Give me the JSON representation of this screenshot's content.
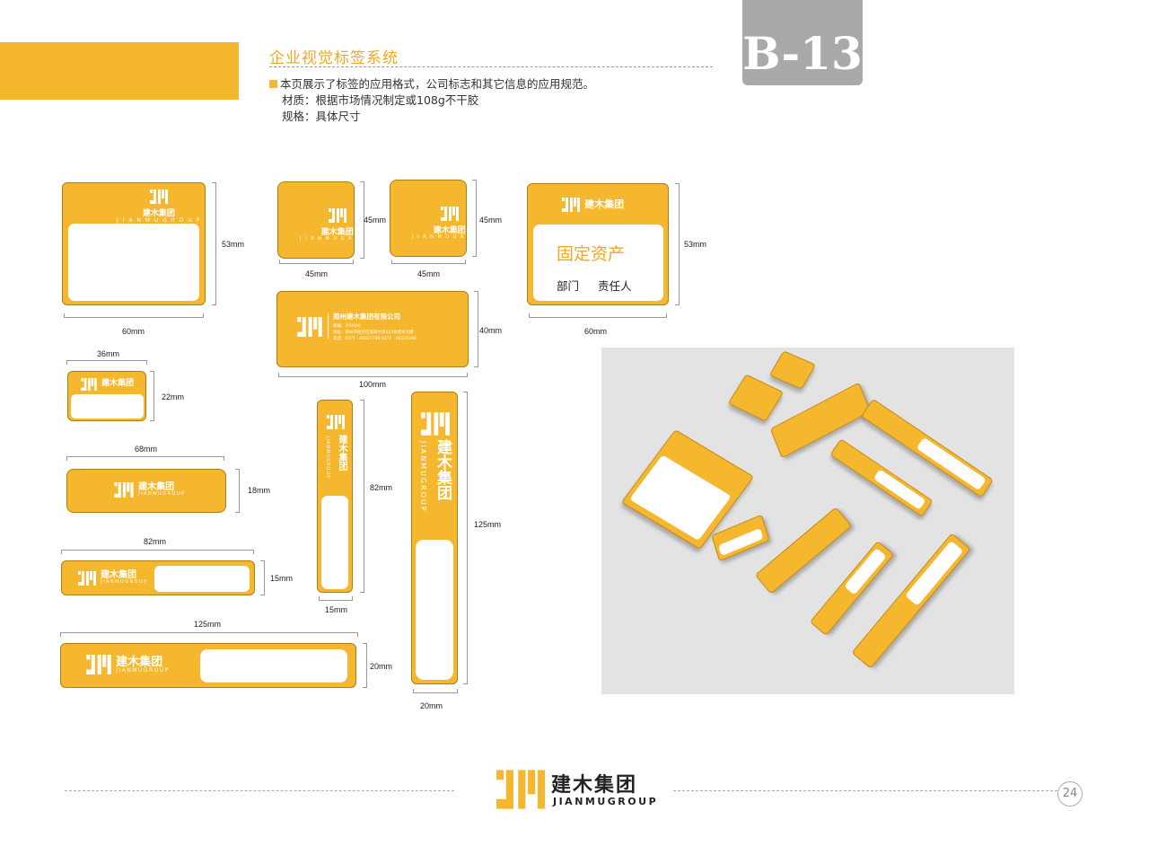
{
  "header": {
    "title": "企业视觉标签系统",
    "badge": "B-13",
    "desc_line1": "本页展示了标签的应用格式，公司标志和其它信息的应用规范。",
    "desc_line2": "材质：根据市场情况制定或108g不干胶",
    "desc_line3": "规格：具体尺寸"
  },
  "brand": {
    "name_cn": "建木集团",
    "name_en": "JIANMUGROUP",
    "name_en_spaced": "J I A N M U G R O U P",
    "accent_color": "#f5b72d"
  },
  "dimensions": {
    "d60a": "60mm",
    "d53a": "53mm",
    "d45a": "45mm",
    "d45b": "45mm",
    "d45c": "45mm",
    "d45d": "45mm",
    "d60b": "60mm",
    "d53b": "53mm",
    "d40": "40mm",
    "d100": "100mm",
    "d36": "36mm",
    "d22": "22mm",
    "d68": "68mm",
    "d18": "18mm",
    "d82a": "82mm",
    "d15a": "15mm",
    "d125a": "125mm",
    "d20a": "20mm",
    "d82b": "82mm",
    "d15b": "15mm",
    "d125b": "125mm",
    "d20b": "20mm"
  },
  "business_card": {
    "company": "郑州建木集团有限公司",
    "line1": "邮编：450000",
    "line2": "地址：郑州市经开区第四大街123号建木大厦",
    "line3": "电话：0371 - 66821789   0371 - 66220288"
  },
  "fixed_asset": {
    "title": "固定资产",
    "dept_label": "部门",
    "owner_label": "责任人"
  },
  "footer": {
    "page_number": "24"
  }
}
